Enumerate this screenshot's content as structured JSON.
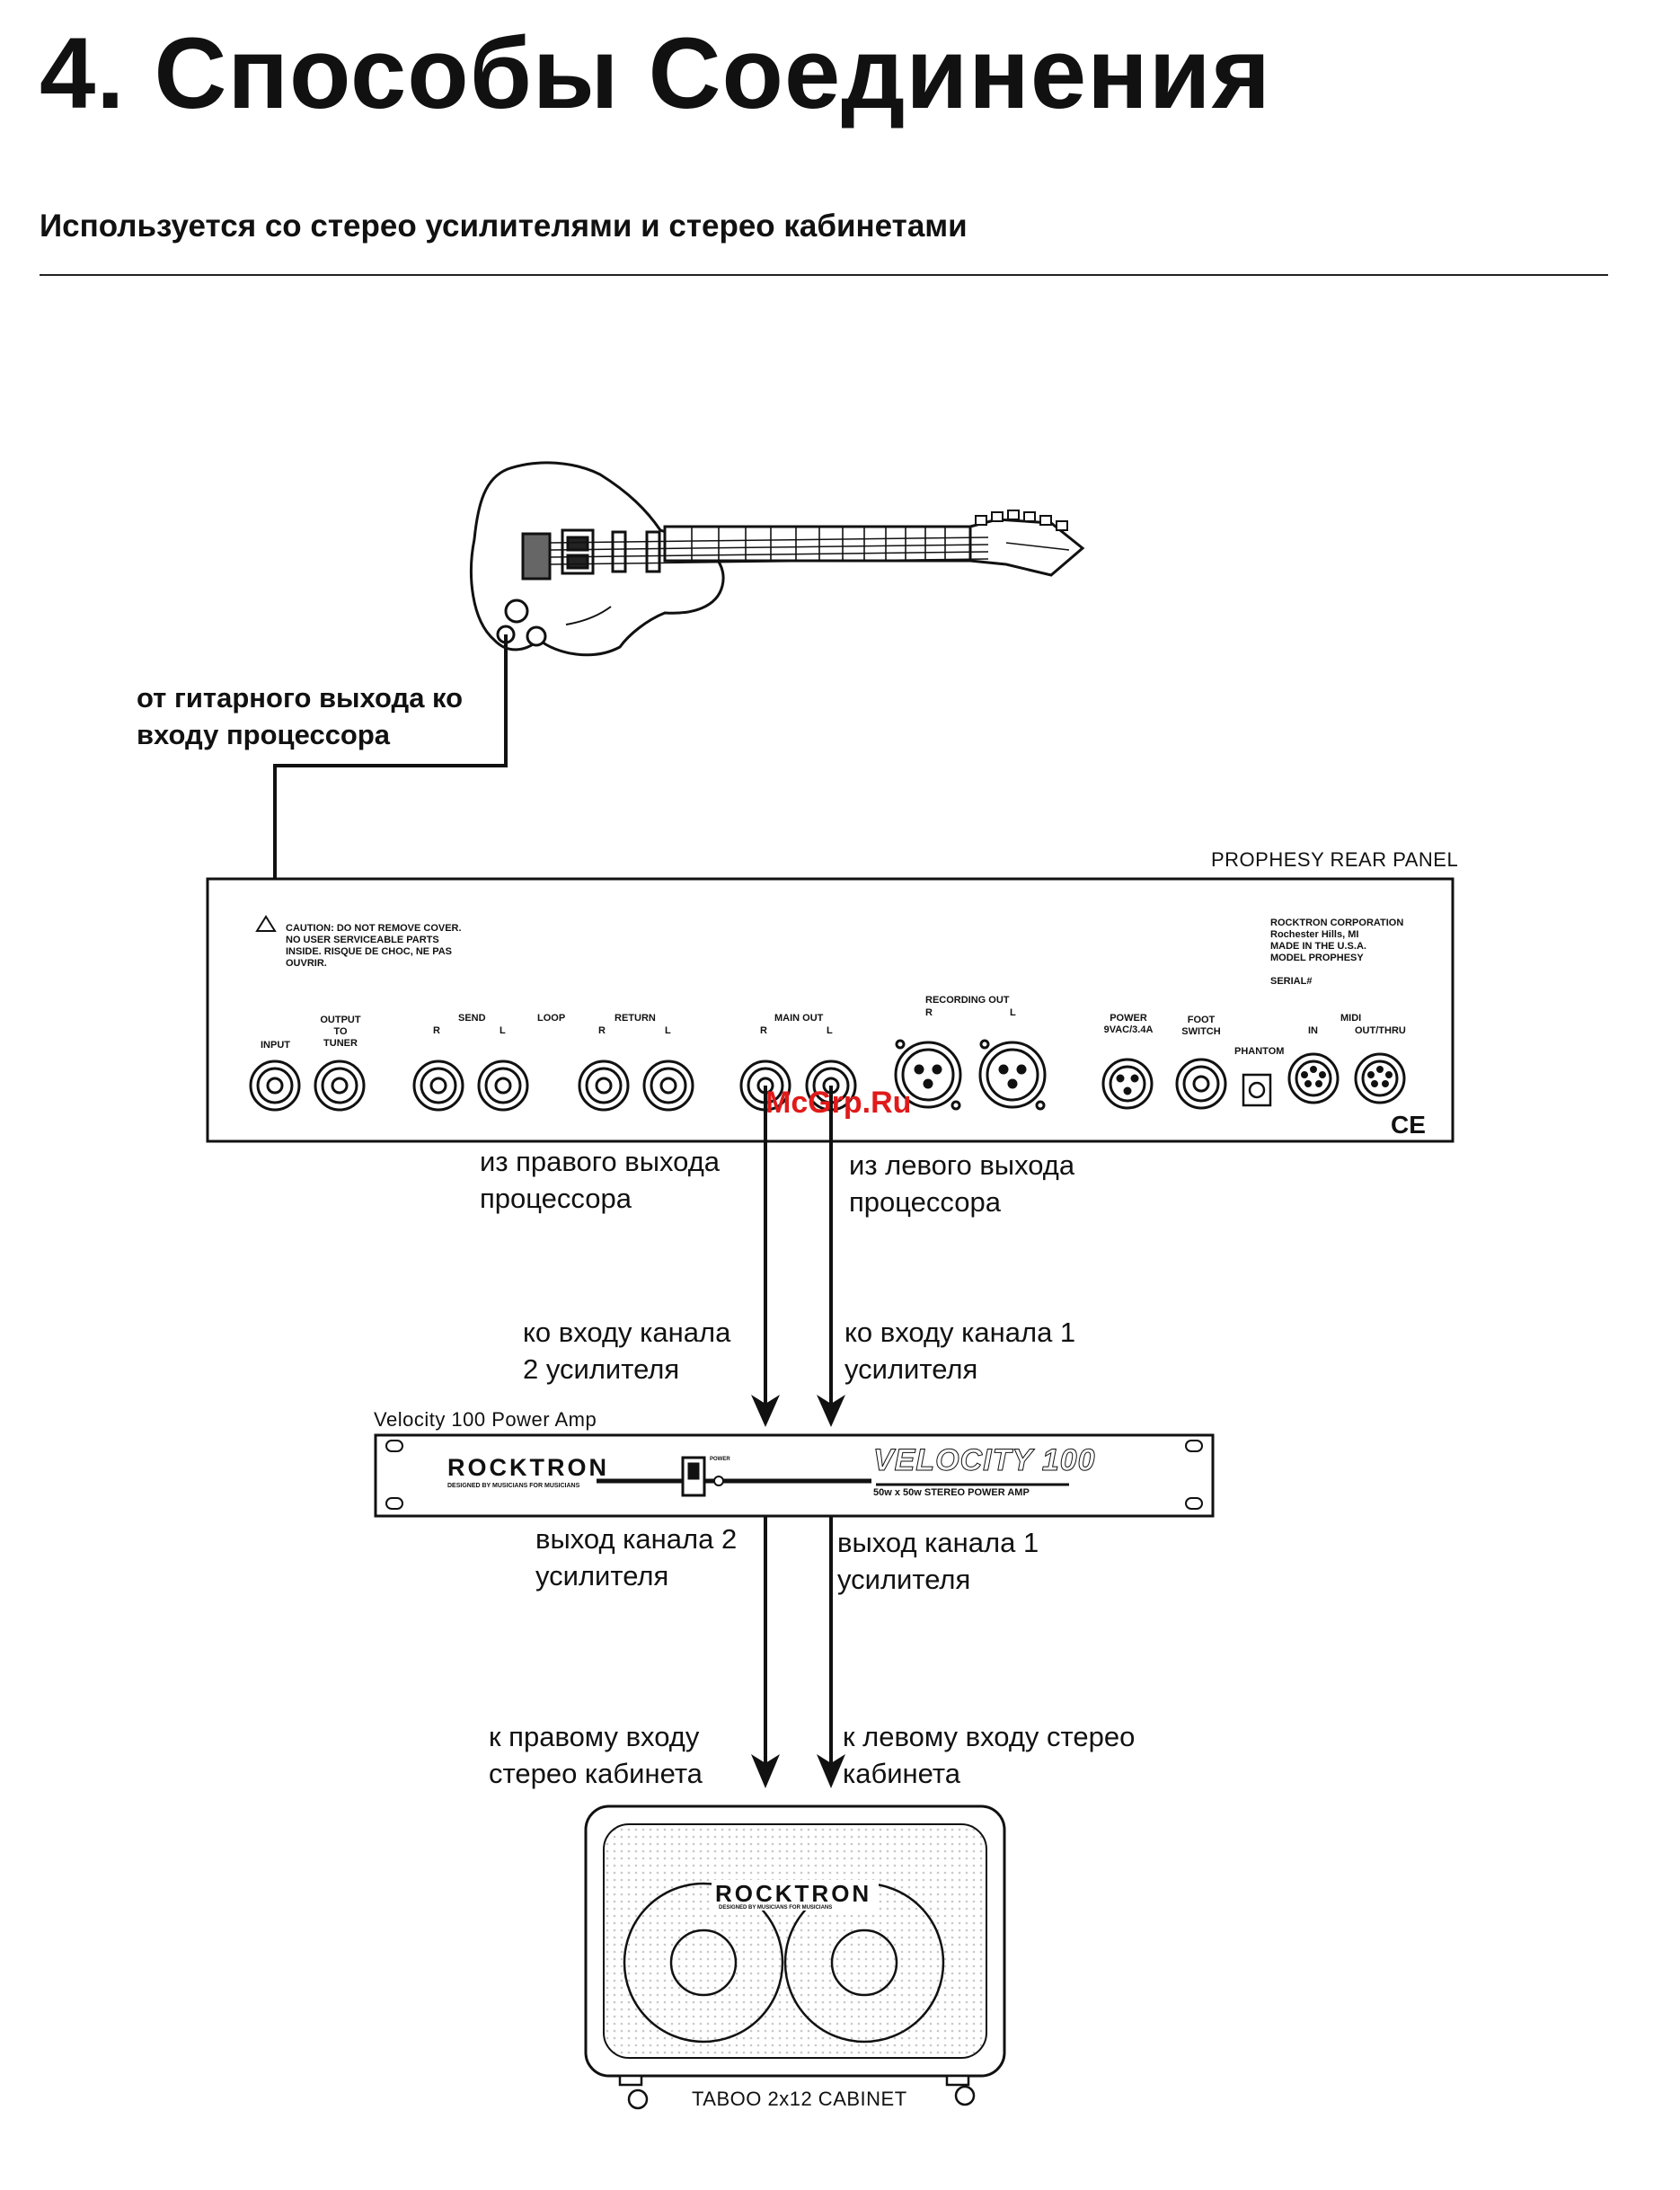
{
  "page": {
    "title": "4. Способы Соединения",
    "subtitle": "Используется со стерео усилителями и стерео кабинетами"
  },
  "labels": {
    "guitar_to_input": [
      "от гитарного выхода ко",
      "входу процессора"
    ],
    "from_right_out": [
      "из правого выхода",
      "процессора"
    ],
    "from_left_out": [
      "из левого выхода",
      "процессора"
    ],
    "to_ch2_input": [
      "ко входу канала",
      "2 усилителя"
    ],
    "to_ch1_input": [
      "ко входу канала 1",
      "усилителя"
    ],
    "ch2_output": [
      "выход канала 2",
      "усилителя"
    ],
    "ch1_output": [
      "выход канала 1",
      "усилителя"
    ],
    "to_right_cab": [
      "к правому входу",
      "стерео кабинета"
    ],
    "to_left_cab": [
      "к левому входу стерео",
      "кабинета"
    ]
  },
  "rear_panel": {
    "caption": "PROPHESY REAR PANEL",
    "caution": [
      "CAUTION: DO NOT REMOVE COVER.",
      "NO USER SERVICEABLE PARTS",
      "INSIDE. RISQUE DE CHOC, NE PAS",
      "OUVRIR."
    ],
    "corp": [
      "ROCKTRON CORPORATION",
      "Rochester Hills, MI",
      "MADE IN THE U.S.A.",
      "MODEL PROPHESY",
      "",
      "SERIAL#"
    ],
    "jacks": {
      "input": "INPUT",
      "tuner": [
        "OUTPUT",
        "TO",
        "TUNER"
      ],
      "send": "SEND",
      "loop": "LOOP",
      "return": "RETURN",
      "main_out": "MAIN OUT",
      "recording_out": "RECORDING OUT",
      "power": [
        "POWER",
        "9VAC/3.4A"
      ],
      "footswitch": [
        "FOOT",
        "SWITCH"
      ],
      "phantom": "PHANTOM",
      "midi": "MIDI",
      "midi_in": "IN",
      "midi_thru": "OUT/THRU",
      "r": "R",
      "l": "L",
      "ce": "CE"
    }
  },
  "amp": {
    "caption": "Velocity 100 Power Amp",
    "brand": "ROCKTRON",
    "brand_sub": "DESIGNED BY MUSICIANS FOR MUSICIANS",
    "model": "VELOCITY 100",
    "model_sub": "50w x 50w STEREO POWER AMP",
    "power_label": "POWER"
  },
  "cabinet": {
    "caption": "TABOO 2x12 CABINET",
    "brand": "ROCKTRON",
    "brand_sub": "DESIGNED BY MUSICIANS FOR MUSICIANS"
  },
  "watermark": "McGrp.Ru",
  "colors": {
    "line": "#111111",
    "watermark": "#e01a1a"
  }
}
